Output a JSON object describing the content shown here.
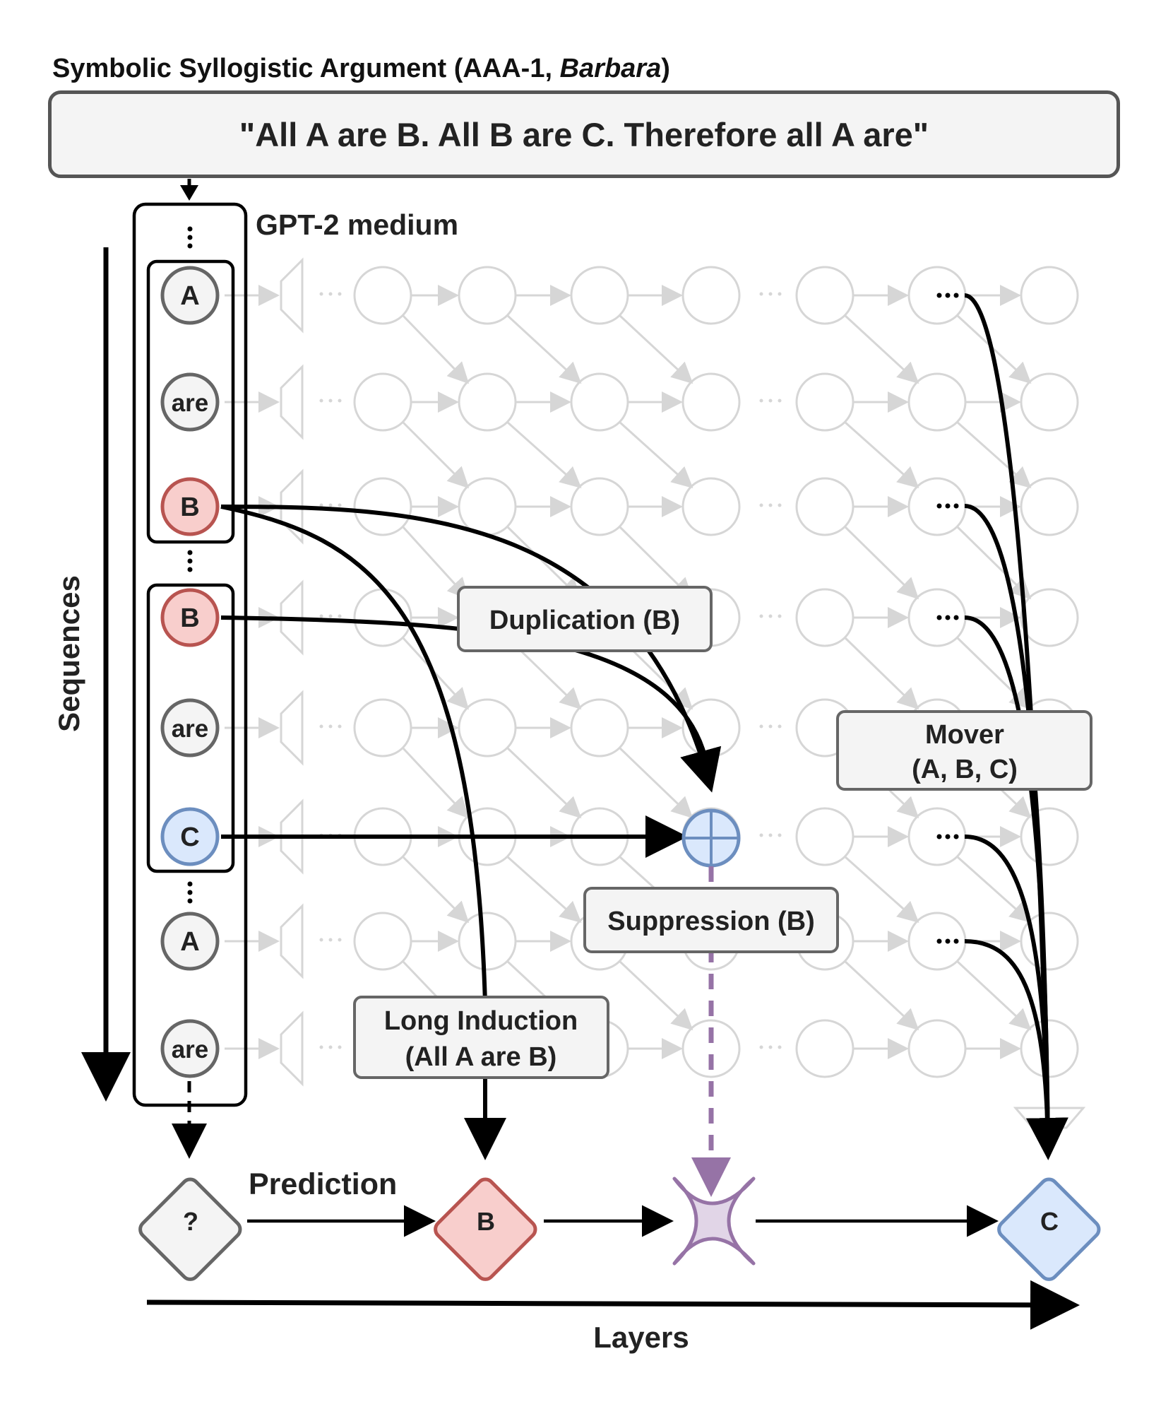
{
  "title": {
    "prefix": "Symbolic Syllogistic Argument (AAA-1, ",
    "italic": "Barbara",
    "suffix": ")"
  },
  "prompt": "\"All A are B. All B are C. Therefore all A are\"",
  "model_label": "GPT-2 medium",
  "axis_sequences": "Sequences",
  "axis_layers": "Layers",
  "tokens": [
    {
      "label": "A",
      "kind": "plain"
    },
    {
      "label": "are",
      "kind": "plain"
    },
    {
      "label": "B",
      "kind": "red"
    },
    {
      "label": "B",
      "kind": "red"
    },
    {
      "label": "are",
      "kind": "plain"
    },
    {
      "label": "C",
      "kind": "blue"
    },
    {
      "label": "A",
      "kind": "plain"
    },
    {
      "label": "are",
      "kind": "plain"
    }
  ],
  "ellipsis": "...",
  "labels": {
    "duplication": "Duplication (B)",
    "suppression": "Suppression (B)",
    "long_induction": [
      "Long Induction",
      "(All A are B)"
    ],
    "mover": [
      "Mover",
      "(A, B, C)"
    ],
    "prediction": "Prediction"
  },
  "predictions": {
    "start": "?",
    "first": "B",
    "final": "C"
  },
  "colors": {
    "red_fill": "#f8cecc",
    "red_stroke": "#b85450",
    "blue_fill": "#dae8fc",
    "blue_stroke": "#6c8ebf",
    "purple_fill": "#e1d5e7",
    "purple_stroke": "#9673a6",
    "gray_fill": "#f4f4f4",
    "gray_stroke": "#666666",
    "faint": "#d6d6d6"
  }
}
